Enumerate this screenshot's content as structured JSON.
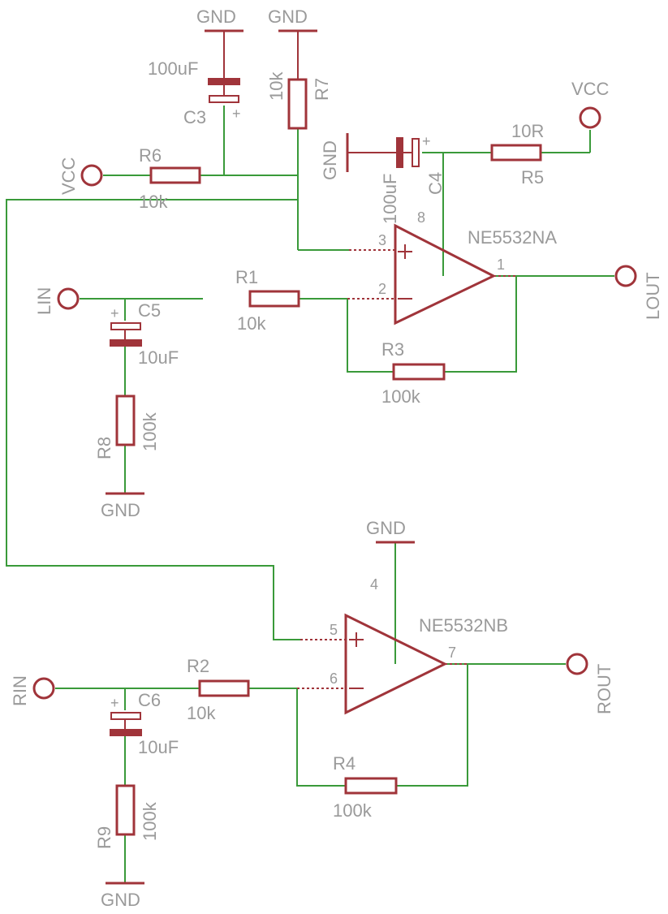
{
  "labels": {
    "gnd": "GND",
    "vcc": "VCC",
    "c3_value": "100uF",
    "c3_name": "C3",
    "r7_value": "10k",
    "r7_name": "R7",
    "r6_name": "R6",
    "r6_value": "10k",
    "c4_value": "100uF",
    "c4_name": "C4",
    "r5_value": "10R",
    "r5_name": "R5",
    "opa_name": "NE5532NA",
    "opb_name": "NE5532NB",
    "pin_8": "8",
    "pin_3": "3",
    "pin_2": "2",
    "pin_1": "1",
    "pin_4": "4",
    "pin_5": "5",
    "pin_6": "6",
    "pin_7": "7",
    "lin": "LIN",
    "lout": "LOUT",
    "rin": "RIN",
    "rout": "ROUT",
    "c5_name": "C5",
    "c5_value": "10uF",
    "r1_name": "R1",
    "r1_value": "10k",
    "r3_name": "R3",
    "r3_value": "100k",
    "r8_name": "R8",
    "r8_value": "100k",
    "c6_name": "C6",
    "c6_value": "10uF",
    "r2_name": "R2",
    "r2_value": "10k",
    "r4_name": "R4",
    "r4_value": "100k",
    "r9_name": "R9",
    "r9_value": "100k",
    "plus": "+",
    "minus": "−"
  },
  "colors": {
    "wire": "#3a9a3a",
    "symbol": "#a0343a",
    "text": "#9a9a9a"
  }
}
